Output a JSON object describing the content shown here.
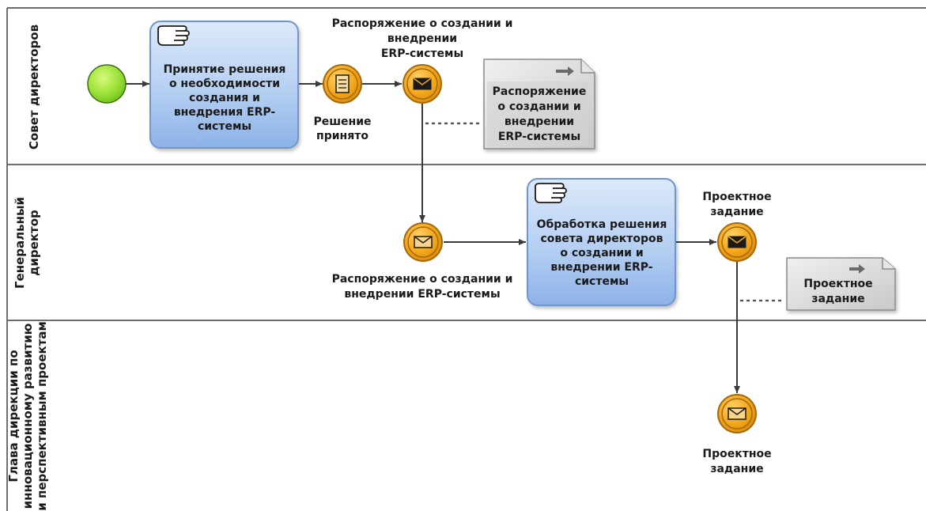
{
  "lanes": [
    {
      "title_lines": [
        "Совет директоров"
      ]
    },
    {
      "title_lines": [
        "Генеральный",
        "директор"
      ]
    },
    {
      "title_lines": [
        "Глава дирекции по",
        "инновационному развитию",
        "и перспективным проектам"
      ]
    }
  ],
  "tasks": {
    "task1": {
      "lines": [
        "Принятие решения",
        "о необходимости",
        "создания и",
        "внедрения ERP-",
        "системы"
      ]
    },
    "task2": {
      "lines": [
        "Обработка решения",
        "совета директоров",
        "о создании и",
        "внедрении ERP-",
        "системы"
      ]
    }
  },
  "events": {
    "start": {
      "type": "start"
    },
    "decision": {
      "type": "intermediate-conditional",
      "label_lines": [
        "Решение",
        "принято"
      ]
    },
    "msg_send1": {
      "type": "intermediate-message-throw",
      "label_lines": [
        "Распоряжение о создании и",
        "внедрении",
        "ERP-системы"
      ]
    },
    "msg_recv1": {
      "type": "intermediate-message-catch",
      "label_lines": [
        "Распоряжение о создании и",
        "внедрении ERP-системы"
      ]
    },
    "msg_send2": {
      "type": "intermediate-message-throw",
      "label_lines": [
        "Проектное",
        "задание"
      ]
    },
    "msg_recv2": {
      "type": "intermediate-message-catch",
      "label_lines": [
        "Проектное",
        "задание"
      ]
    }
  },
  "documents": {
    "doc1": {
      "lines": [
        "Распоряжение",
        "о создании и",
        "внедрении",
        "ERP-системы"
      ]
    },
    "doc2": {
      "lines": [
        "Проектное",
        "задание"
      ]
    }
  },
  "colors": {
    "task_fill_top": "#d3e3f8",
    "task_fill_bottom": "#8fb4ea",
    "task_border": "#6f95cc",
    "event_fill": "#f5a91e",
    "event_border": "#b87810",
    "start_fill": "#9be23a",
    "doc_fill": "#d4d4d4"
  }
}
